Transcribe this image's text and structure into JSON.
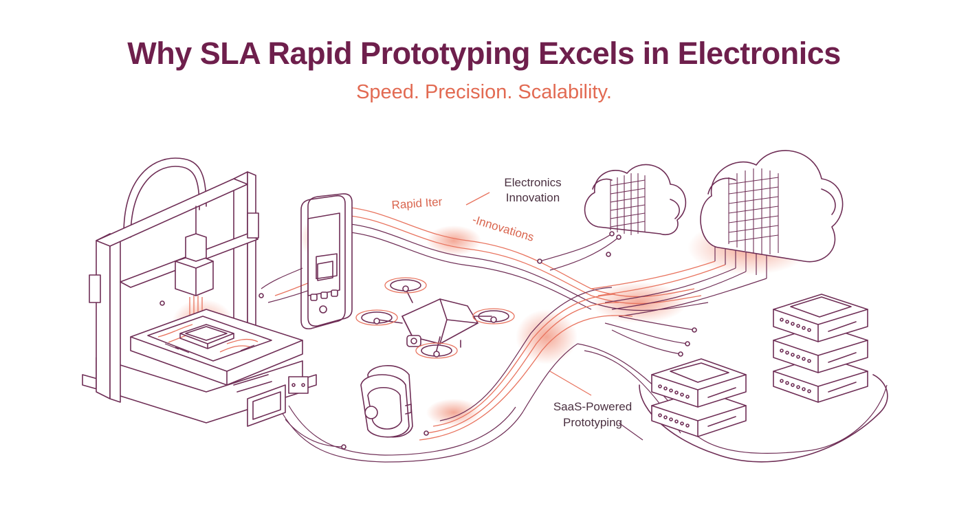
{
  "title": "Why SLA Rapid Prototyping Excels in Electronics",
  "subtitle": "Speed. Precision. Scalability.",
  "labels": {
    "electronics_innovation_line1": "Electronics",
    "electronics_innovation_line2": "Innovation",
    "rapid_iter": "Rapid Iter",
    "innovations": "-Innovations",
    "saas_line1": "SaaS-Powered",
    "saas_line2": "Prototyping"
  },
  "colors": {
    "title": "#6e1f4c",
    "subtitle": "#e26a52",
    "line": "#6e2d55",
    "glow": "#f08b73"
  },
  "icons": [
    "3d-printer-icon",
    "smartphone-icon",
    "drone-icon",
    "smartwatch-icon",
    "cloud-icon",
    "server-icon"
  ]
}
